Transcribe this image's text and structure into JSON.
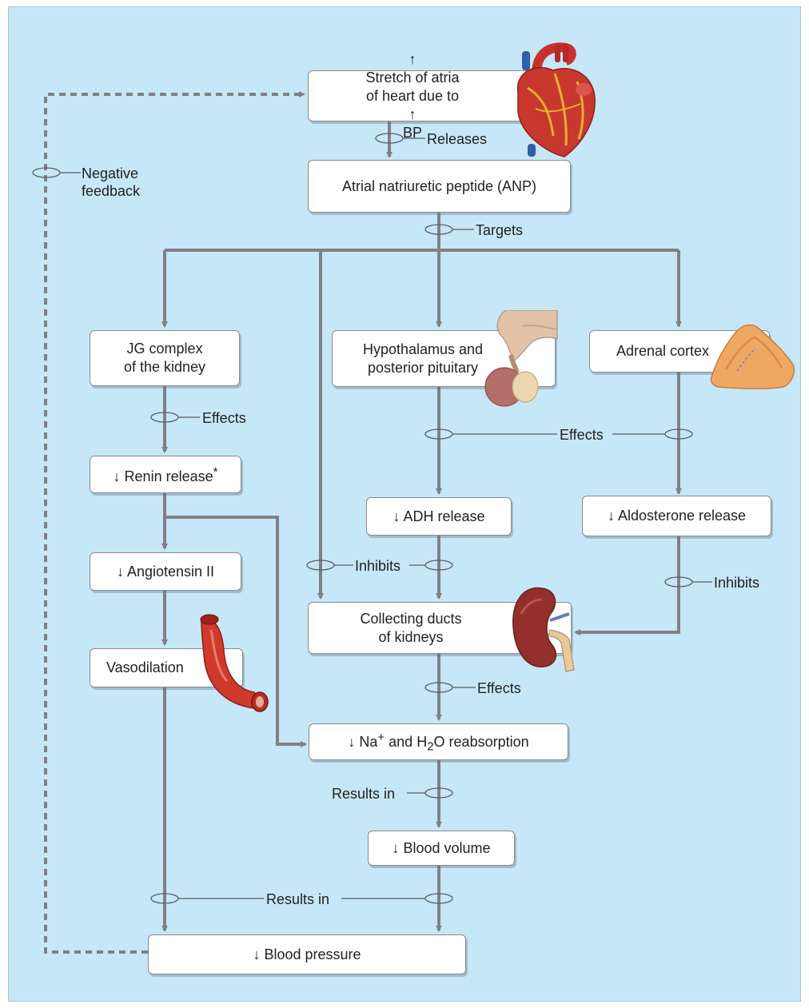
{
  "nodes": {
    "stretch": {
      "line1": "Stretch of atria",
      "line2a": "of heart due to",
      "line2b": "BP"
    },
    "anp": {
      "text": "Atrial natriuretic peptide (ANP)"
    },
    "jg": {
      "line1": "JG complex",
      "line2": "of the kidney"
    },
    "hypo": {
      "line1": "Hypothalamus and",
      "line2": "posterior pituitary"
    },
    "adrenal": {
      "text": "Adrenal cortex"
    },
    "renin": {
      "text": "Renin release",
      "sup": "*"
    },
    "adh": {
      "text": "ADH release"
    },
    "aldosterone": {
      "text": "Aldosterone release"
    },
    "angiotensin": {
      "text": "Angiotensin II"
    },
    "collecting": {
      "line1": "Collecting ducts",
      "line2": "of kidneys"
    },
    "vasodilation": {
      "text": "Vasodilation"
    },
    "reabsorption": {
      "na": "Na",
      "na_sup": "+",
      "and_h": " and H",
      "h_sub": "2",
      "rest": "O reabsorption"
    },
    "blood_volume": {
      "text": "Blood volume"
    },
    "blood_pressure": {
      "text": "Blood pressure"
    }
  },
  "labels": {
    "releases": "Releases",
    "targets": "Targets",
    "negative_feedback_1": "Negative",
    "negative_feedback_2": "feedback",
    "effects_jg": "Effects",
    "effects_mid": "Effects",
    "inhibits_mid": "Inhibits",
    "inhibits_right": "Inhibits",
    "effects_collecting": "Effects",
    "results_in_volume": "Results in",
    "results_in_pressure": "Results in"
  },
  "symbols": {
    "up": "↑",
    "down": "↓"
  },
  "icons": [
    "heart-icon",
    "pituitary-icon",
    "adrenal-gland-icon",
    "kidney-icon",
    "blood-vessel-icon"
  ],
  "colors": {
    "background": "#c6e7f7",
    "connector": "#7e8184",
    "box_border": "#8a8c8e"
  }
}
